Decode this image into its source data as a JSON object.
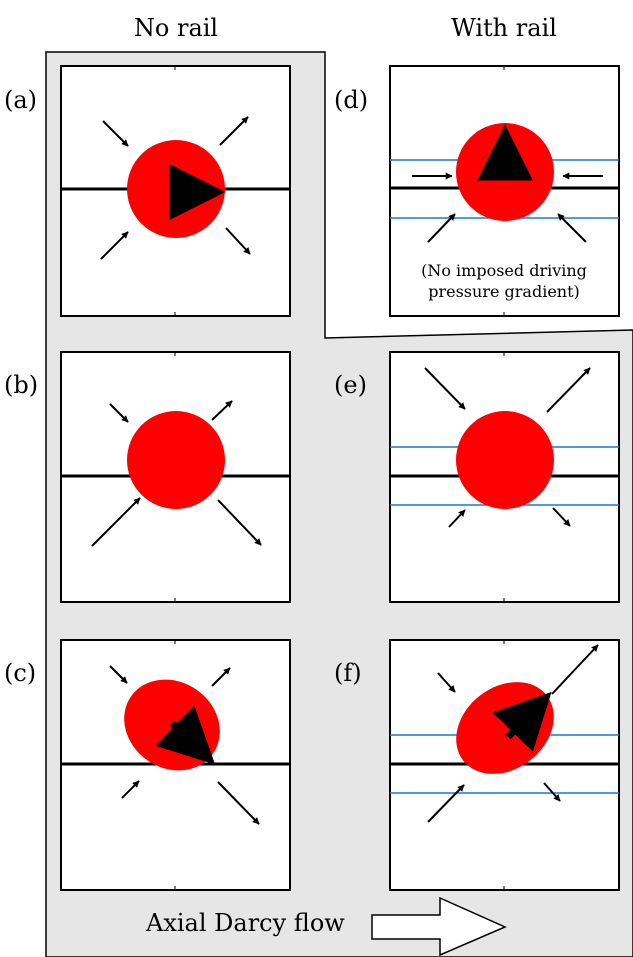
{
  "columns": {
    "left": "No rail",
    "right": "With rail"
  },
  "panels": {
    "a": {
      "label": "(a)"
    },
    "b": {
      "label": "(b)"
    },
    "c": {
      "label": "(c)"
    },
    "d": {
      "label": "(d)",
      "note_line1": "(No imposed driving",
      "note_line2": "pressure gradient)"
    },
    "e": {
      "label": "(e)"
    },
    "f": {
      "label": "(f)"
    }
  },
  "flow": {
    "label": "Axial Darcy flow"
  },
  "colors": {
    "background_shade": "#e6e6e6",
    "bubble": "#ff0000",
    "rail_line": "#1f77d4",
    "ink": "#000000"
  }
}
